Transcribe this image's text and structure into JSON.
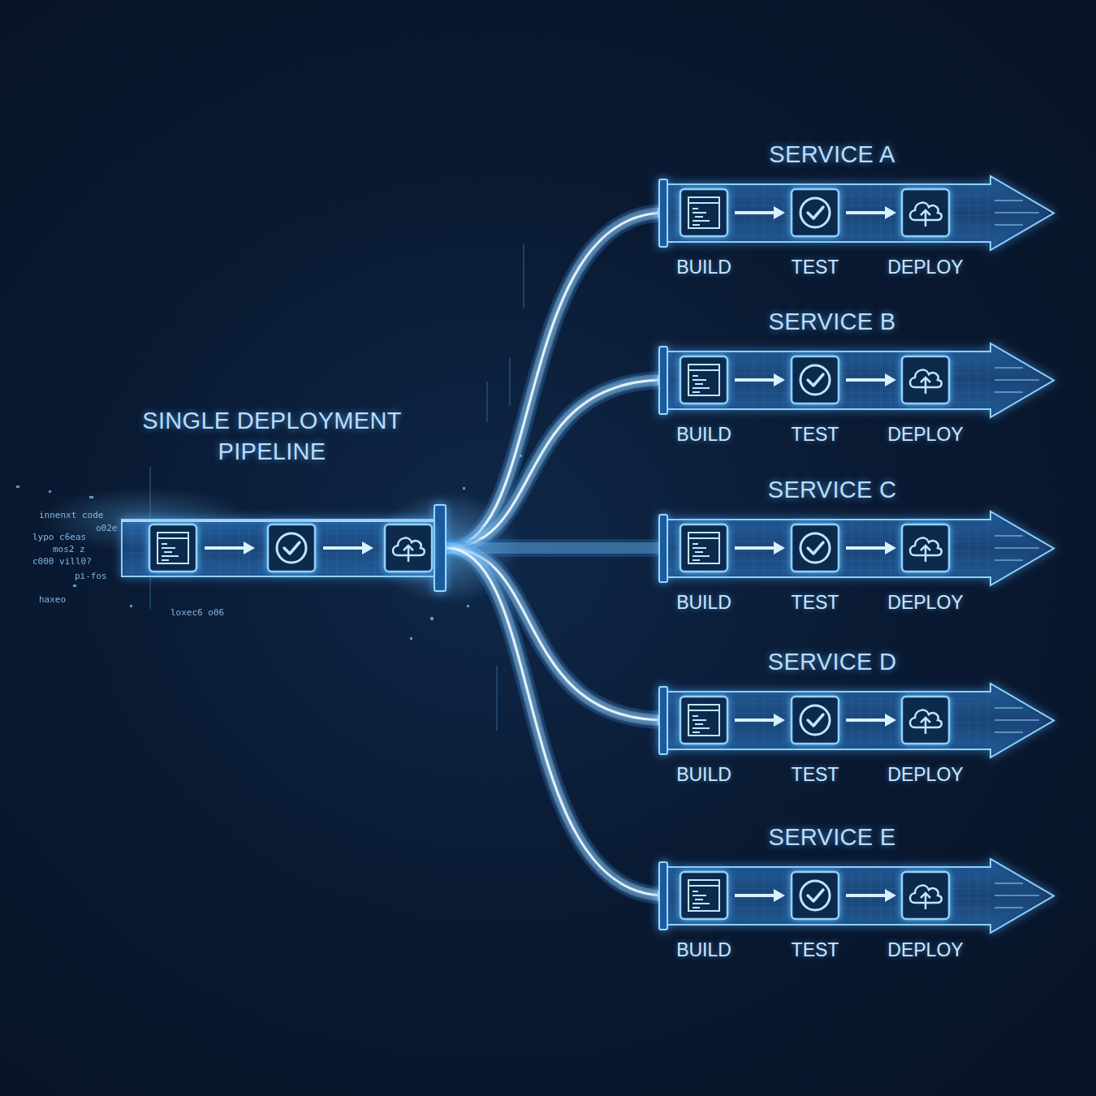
{
  "diagram": {
    "nodes": [
      {
        "text": [
          "SINGLE DEPLOYMENT PIPELINE"
        ]
      },
      {
        "text": [
          "SERVICE A",
          "BUILD",
          "TEST",
          "DEPLOY"
        ]
      },
      {
        "text": [
          "SERVICE B",
          "BUILD",
          "TEST",
          "DEPLOY"
        ]
      },
      {
        "text": [
          "SERVICE C",
          "BUILD",
          "TEST",
          "DEPLOY"
        ]
      },
      {
        "text": [
          "SERVICE D",
          "BUILD",
          "TEST",
          "DEPLOY"
        ]
      },
      {
        "text": [
          "SERVICE E",
          "BUILD",
          "TEST",
          "DEPLOY"
        ]
      }
    ],
    "edges": [
      {
        "from": 0,
        "to": 1,
        "arrow": "to"
      },
      {
        "from": 0,
        "to": 2,
        "arrow": "to"
      },
      {
        "from": 0,
        "to": 3,
        "arrow": "to"
      },
      {
        "from": 0,
        "to": 4,
        "arrow": "to"
      },
      {
        "from": 0,
        "to": 5,
        "arrow": "to"
      }
    ],
    "labels": [
      "innenxt code",
      "o02e",
      "lypo c6eas",
      "mos2 z",
      "c000 vill0?",
      "pi-fos",
      "haxeo",
      "loxec6 o06"
    ]
  }
}
